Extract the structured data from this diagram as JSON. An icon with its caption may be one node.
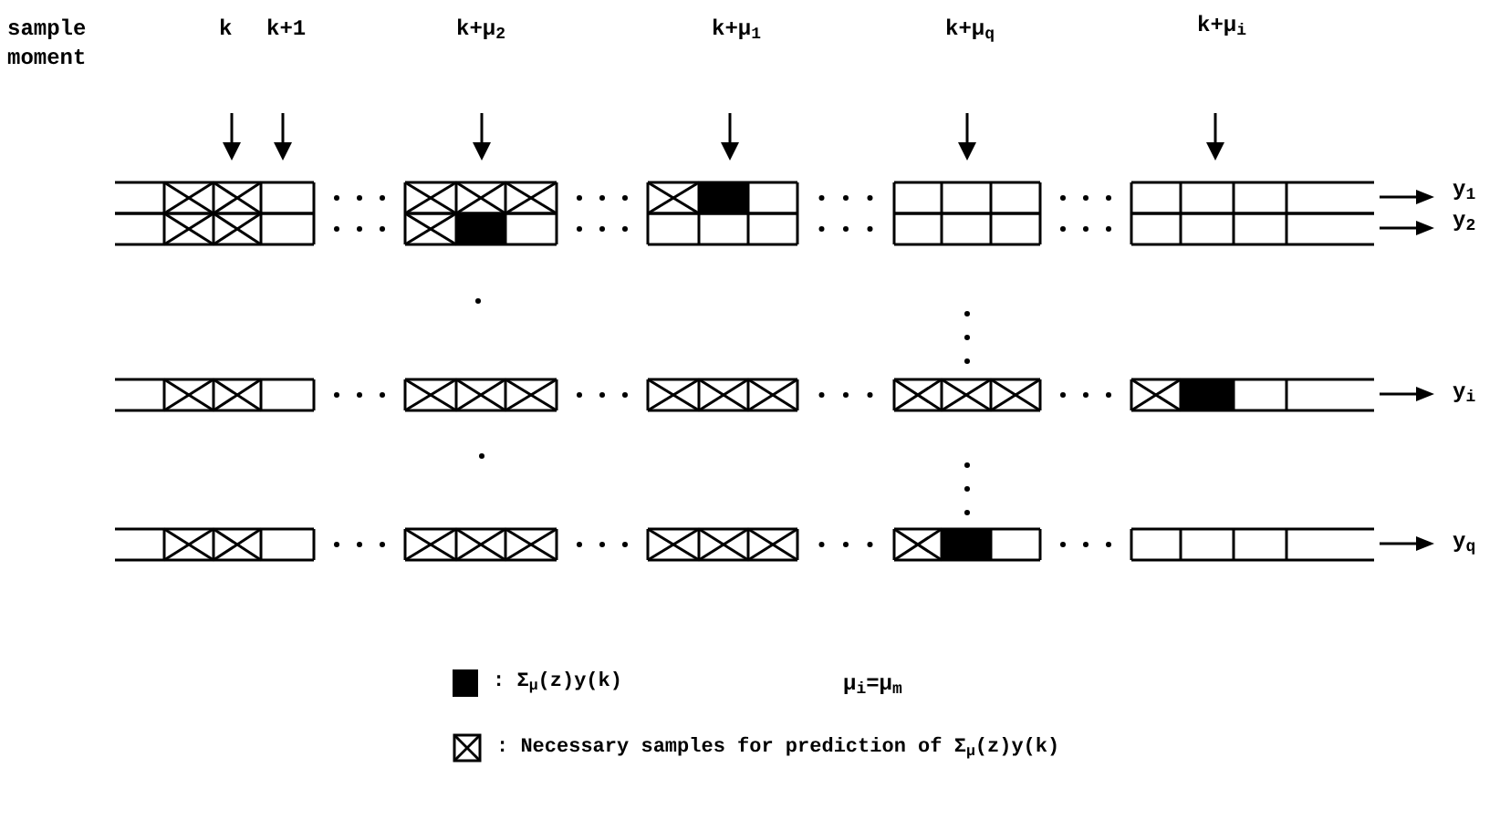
{
  "diagram": {
    "labels": [
      "sample moment",
      "k",
      "k+1",
      "k+μ$_{2}$",
      "k+μ$_{1}$",
      "k+μ$_{q}$",
      "k+μ$_{i}$",
      "y$_{1}$",
      "y$_{2}$",
      "y$_{i}$",
      "y$_{q}$",
      "μ$_{i}$=μ$_{m}$"
    ],
    "legend": [
      {
        "text": ": Σ$_{μ}$(z)y(k)",
        "color": "#000000"
      },
      {
        "text": ": Necessary samples for prediction of Σ$_{μ}$(z)y(k)"
      }
    ]
  }
}
